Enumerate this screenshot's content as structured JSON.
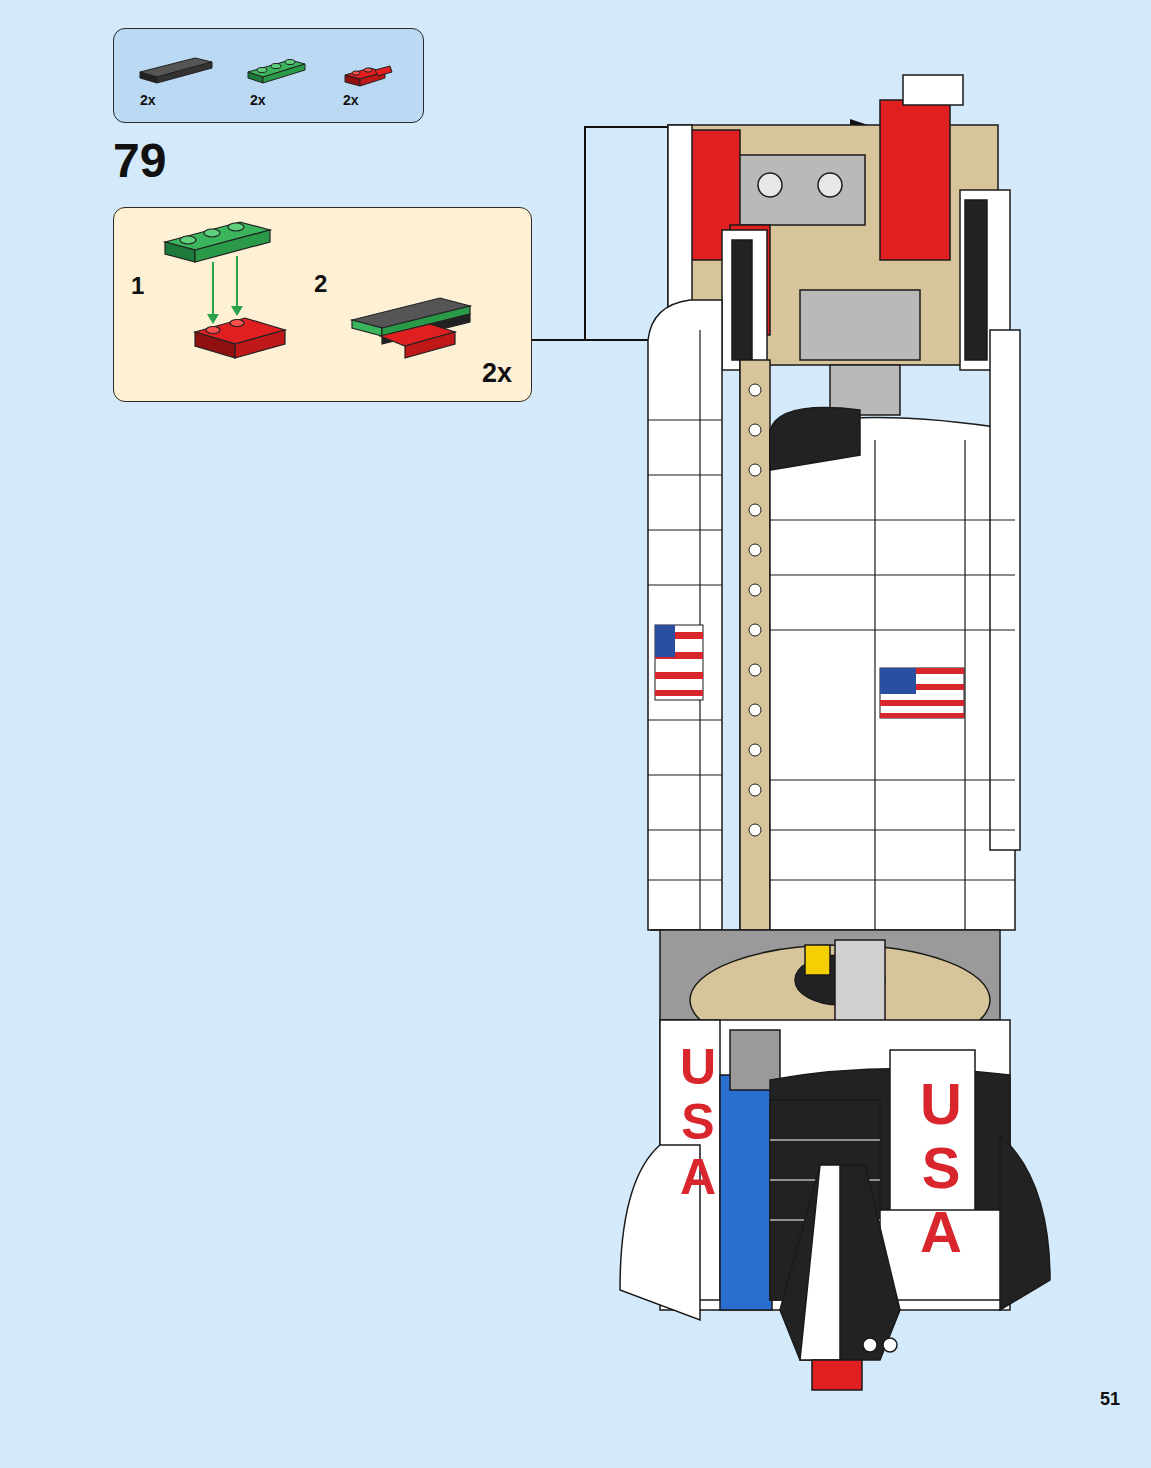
{
  "diagram": {
    "nodes": [
      {
        "text": [
          "2x",
          "2x",
          "2x"
        ]
      },
      {
        "text": [
          "1",
          "2",
          "2x"
        ]
      }
    ],
    "edges": [],
    "labels": [
      "79",
      "USA",
      "USA",
      "51"
    ]
  }
}
